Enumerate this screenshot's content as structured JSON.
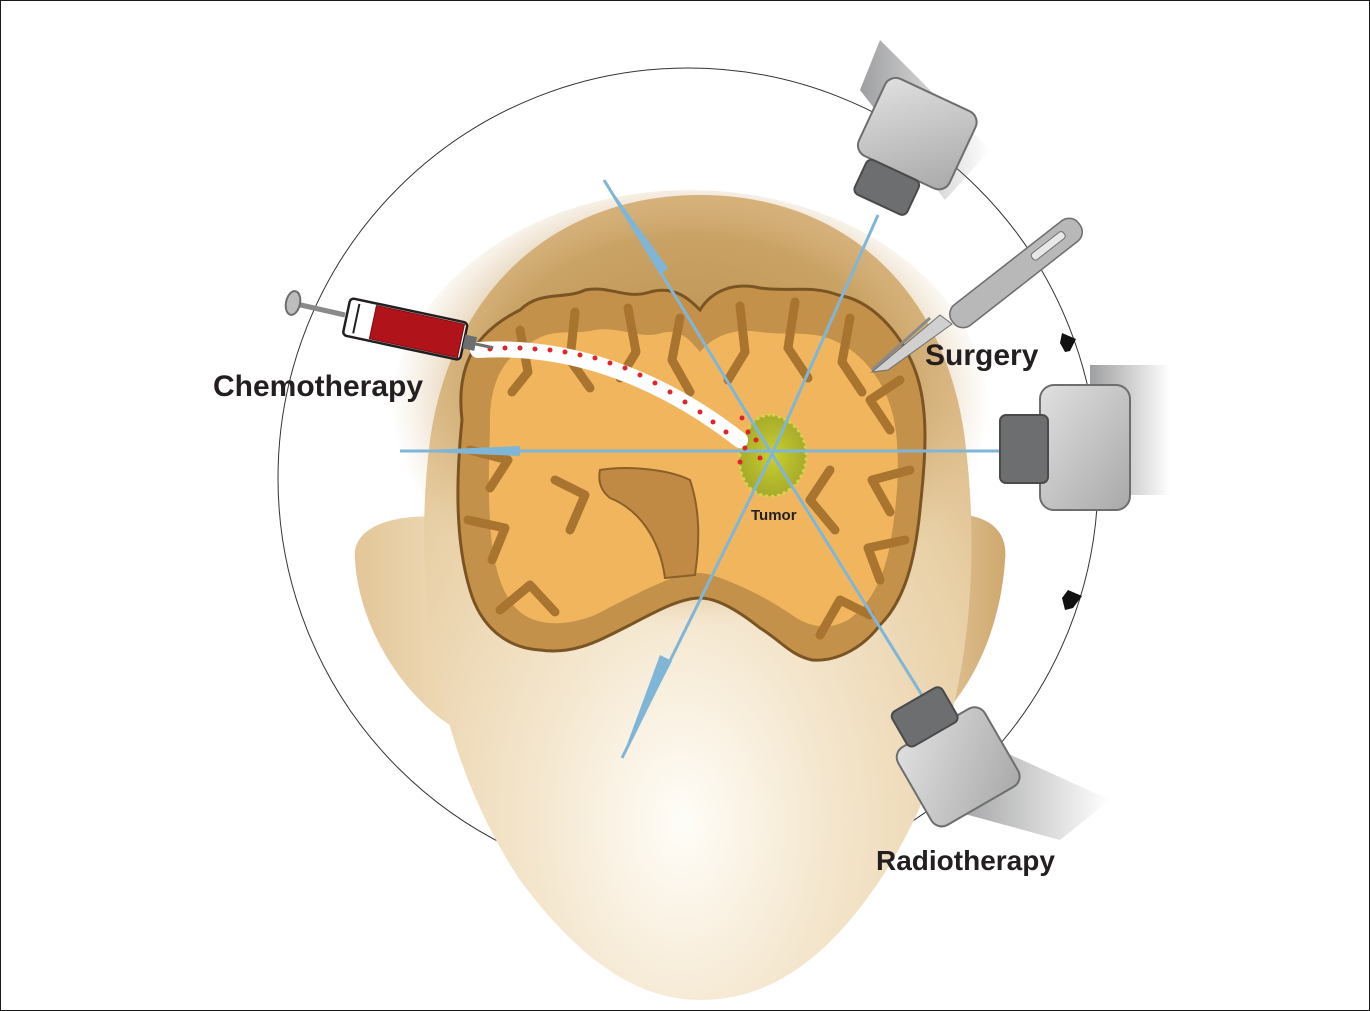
{
  "labels": {
    "chemotherapy": "Chemotherapy",
    "surgery": "Surgery",
    "radiotherapy": "Radiotherapy",
    "tumor": "Tumor"
  },
  "colors": {
    "head_skin": "#eed9b8",
    "head_shadow": "#b8914f",
    "brain_white_matter": "#f2b65e",
    "brain_gray_matter": "#c98d3f",
    "brain_outline": "#7a5523",
    "tumor": "#b8bd2c",
    "beam": "#7fb6d8",
    "syringe_fluid": "#c4161c",
    "drug_dots": "#e0242b",
    "device_gray": "#bdbdbd",
    "device_dark": "#6d6e70"
  },
  "icons": [
    "syringe-icon",
    "scalpel-icon",
    "radiation-source-icon",
    "rotation-arrow-icon"
  ]
}
